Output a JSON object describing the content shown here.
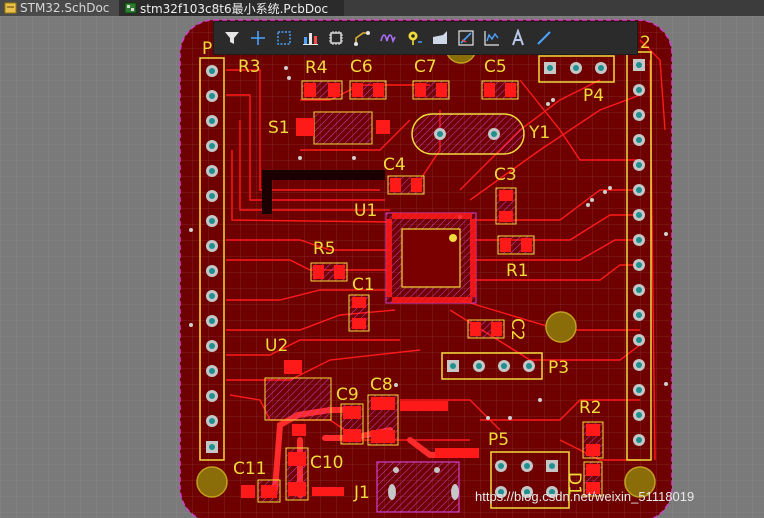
{
  "tabs": [
    {
      "label": "STM32.SchDoc",
      "active": false,
      "icon": "schematic-doc-icon"
    },
    {
      "label": "stm32f103c8t6最小系统.PcbDoc",
      "active": true,
      "icon": "pcb-doc-icon"
    }
  ],
  "toolbar": {
    "tools": [
      "filter-icon",
      "crosshair-icon",
      "select-rect-icon",
      "bar-chart-icon",
      "component-icon",
      "route-icon",
      "diff-pair-icon",
      "via-pin-icon",
      "fill-icon",
      "polygon-icon",
      "graph-icon",
      "text-icon",
      "line-icon"
    ]
  },
  "board": {
    "designators": {
      "p1": "P",
      "p2": "2",
      "r3": "R3",
      "r4": "R4",
      "c6": "C6",
      "c7": "C7",
      "c5": "C5",
      "p4": "P4",
      "s1": "S1",
      "y1": "Y1",
      "c4": "C4",
      "c3": "C3",
      "u1": "U1",
      "r5": "R5",
      "r1": "R1",
      "c1": "C1",
      "c2": "C2",
      "p3": "P3",
      "u2": "U2",
      "c9": "C9",
      "c8": "C8",
      "r2": "R2",
      "p5": "P5",
      "c11": "C11",
      "c10": "C10",
      "j1": "J1",
      "d1": "D1"
    }
  },
  "watermark": "https://blog.csdn.net/weixin_51118019",
  "colors": {
    "board": "#6e0000",
    "copper": "#ff1010",
    "silk": "#f2dc3c",
    "overlay": "#d040d0",
    "pad": "#c6c6c6",
    "hole": "#1f8f8f",
    "mounting_hole": "#8a6d08",
    "grid": "#8f8f8f"
  }
}
